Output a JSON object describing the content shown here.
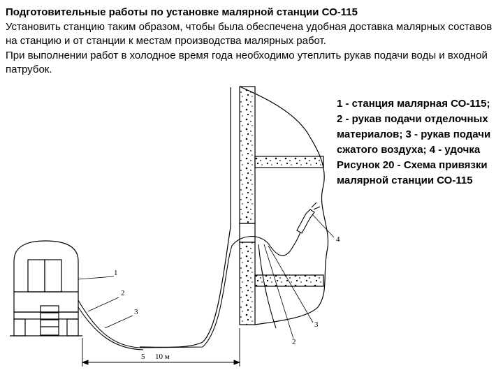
{
  "heading": "Подготовительные работы по установке малярной станции СО-115",
  "paragraph_1": "Установить станцию таким образом, чтобы была обеспечена удобная доставка малярных составов на станцию и от станции к местам производства малярных работ.",
  "paragraph_2": "При выполнении работ в холодное время года необходимо утеплить рукав подачи воды и входной патрубок.",
  "caption_lines": [
    "1 - станция малярная СО-115;",
    "2 - рукав подачи отделочных",
    "материалов; 3 - рукав подачи",
    "сжатого воздуха; 4 - удочка",
    "Рисунок 20 - Схема привязки",
    "малярной станции СО-115"
  ],
  "figure_labels": {
    "station": "1",
    "material_hose": "2",
    "air_hose": "3",
    "rod": "4",
    "station_hose_2": "2",
    "station_hose_3": "3"
  },
  "dimension": {
    "min": "5",
    "max": "10 м"
  }
}
